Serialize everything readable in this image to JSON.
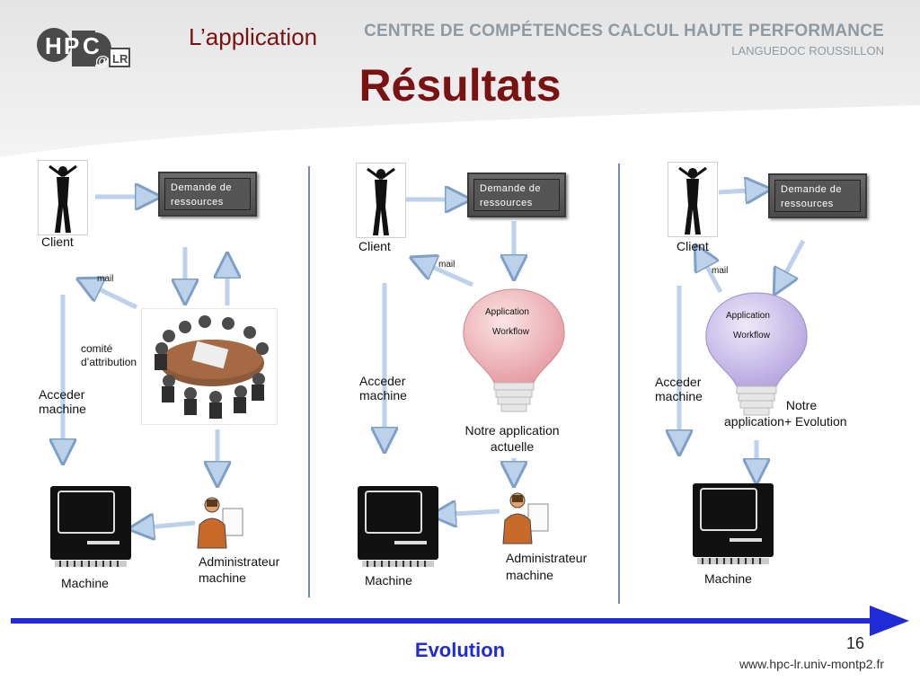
{
  "header": {
    "logo_text": "HPC@LR",
    "subtitle": "L’application",
    "title": "Résultats",
    "center_name": "CENTRE DE COMPÉTENCES CALCUL HAUTE PERFORMANCE",
    "region": "LANGUEDOC ROUSSILLON"
  },
  "columns": [
    {
      "request_line1": "Demande de",
      "request_line2": "ressources",
      "client": "Client",
      "mail": "mail",
      "committee_line1": "comité",
      "committee_line2": "d’attribution",
      "access_line1": "Acceder",
      "access_line2": "machine",
      "machine": "Machine",
      "admin_line1": "Administrateur",
      "admin_line2": "machine"
    },
    {
      "request_line1": "Demande de",
      "request_line2": "ressources",
      "client": "Client",
      "mail": "mail",
      "bulb_line1": "Application",
      "bulb_line2": "Workflow",
      "app_line1": "Notre application",
      "app_line2": "actuelle",
      "access_line1": "Acceder",
      "access_line2": "machine",
      "machine": "Machine",
      "admin_line1": "Administrateur",
      "admin_line2": "machine"
    },
    {
      "request_line1": "Demande de",
      "request_line2": "ressources",
      "client": "Client",
      "mail": "mail",
      "bulb_line1": "Application",
      "bulb_line2": "Workflow",
      "app_line1": "Notre",
      "app_line2": "application+ Evolution",
      "access_line1": "Acceder",
      "access_line2": "machine",
      "machine": "Machine"
    }
  ],
  "footer": {
    "evolution": "Evolution",
    "page_number": "16",
    "url": "www.hpc-lr.univ-montp2.fr"
  },
  "colors": {
    "title": "#7a1212",
    "arrow_fill": "#bcd2ea",
    "bulb_col2": "#f1b9bd",
    "bulb_col3": "#c9bde6",
    "evolution_arrow": "#1f2bd6"
  }
}
